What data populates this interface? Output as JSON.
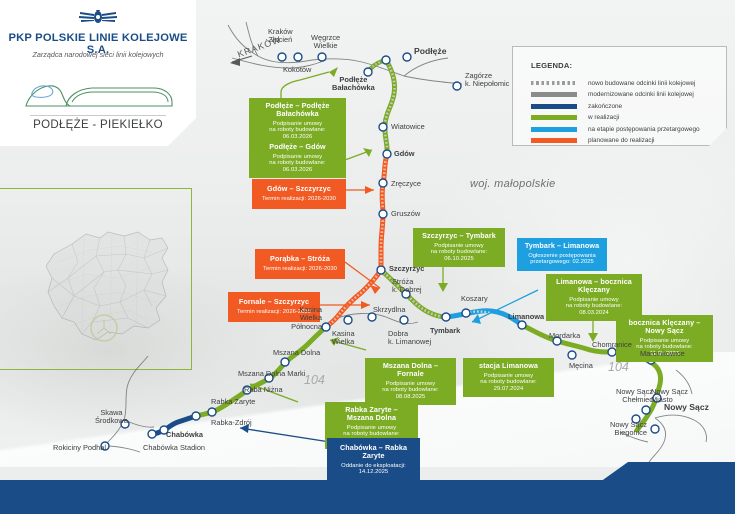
{
  "brand": {
    "title": "PKP POLSKIE LINIE KOLEJOWE S.A.",
    "subtitle": "Zarządca narodowej sieci linii kolejowych",
    "route": "PODŁĘŻE - PIEKIEŁKO",
    "wing_icon": "pkp-winged-wheel-icon",
    "train_icon": "train-outline-icon"
  },
  "legend": {
    "title": "LEGENDA:",
    "items": [
      {
        "label": "nowo budowane odcinki linii kolejowej",
        "style": "dotted",
        "color": "#9a9c9c"
      },
      {
        "label": "modernizowane  odcinki linii kolejowej",
        "style": "solid",
        "color": "#8a8c8c"
      },
      {
        "label": "zakończone",
        "style": "solid",
        "color": "#1a4d88"
      },
      {
        "label": "w realizacji",
        "style": "solid",
        "color": "#7cab24"
      },
      {
        "label": "na etapie postępowania przetargowego",
        "style": "solid",
        "color": "#1e9fe0"
      },
      {
        "label": "planowane do realizacji",
        "style": "solid",
        "color": "#f15a22"
      }
    ]
  },
  "region_label": "woj. małopolskie",
  "direction_label": "KRAKÓW",
  "route_numbers": [
    "104",
    "104"
  ],
  "callouts": [
    {
      "id": "podleze-balachowka",
      "title": "Podłęże – Podłęże Bałachówka",
      "line1": "Podpisanie umowy",
      "line2": "na roboty budowlane: 06.03.2026",
      "color": "green"
    },
    {
      "id": "podleze-gdow",
      "title": "Podłęże – Gdów",
      "line1": "Podpisanie umowy",
      "line2": "na roboty budowlane: 06.03.2026",
      "color": "green"
    },
    {
      "id": "gdow-szczyrzyc",
      "title": "Gdów – Szczyrzyc",
      "line1": "Termin realizacji:  2026-2030",
      "line2": "",
      "color": "orange"
    },
    {
      "id": "porabka-stroza",
      "title": "Porąbka – Stróża",
      "line1": "Termin realizacji:  2026-2030",
      "line2": "",
      "color": "orange"
    },
    {
      "id": "fornale-szczyrzyc",
      "title": "Fornale – Szczyrzyc",
      "line1": "Termin realizacji:  2026-2030",
      "line2": "",
      "color": "orange"
    },
    {
      "id": "szczyrzyc-tymbark",
      "title": "Szczyrzyc – Tymbark",
      "line1": "Podpisanie umowy",
      "line2": "na roboty budowlane: 06.10.2025",
      "color": "green"
    },
    {
      "id": "tymbark-limanowa",
      "title": "Tymbark – Limanowa",
      "line1": "Ogłoszenie postępowania",
      "line2": "przetargowego:  02.2025",
      "color": "cyan"
    },
    {
      "id": "limanowa-kleczany",
      "title": "Limanowa – bocznica Klęczany",
      "line1": "Podpisanie umowy",
      "line2": "na roboty budowlane: 08.03.2024",
      "color": "green"
    },
    {
      "id": "kleczany-nowy-sacz",
      "title": "bocznica Klęczany – Nowy Sącz",
      "line1": "Podpisanie umowy",
      "line2": "na roboty budowlane: 11.05.2023",
      "color": "green"
    },
    {
      "id": "stacja-limanowa",
      "title": "stacja Limanowa",
      "line1": "Podpisanie umowy",
      "line2": "na roboty budowlane: 29.07.2024",
      "color": "green"
    },
    {
      "id": "mszana-dolna-fornale",
      "title": "Mszana Dolna – Fornale",
      "line1": "Podpisanie umowy",
      "line2": "na roboty budowlane: 08.08.2025",
      "color": "green"
    },
    {
      "id": "rabka-zaryte-mszana-dolna",
      "title": "Rabka Zaryte – Mszana Dolna",
      "line1": "Podpisanie umowy",
      "line2": "na roboty budowlane: 08.08.2025",
      "color": "green"
    },
    {
      "id": "chabowka-rabka-zaryte",
      "title": "Chabówka – Rabka Zaryte",
      "line1": "Oddanie do eksploatacji: 14.12.2025",
      "line2": "",
      "color": "navy"
    }
  ],
  "stations": [
    {
      "name": "Kraków\nZłocień",
      "bold": false
    },
    {
      "name": "Kokotów",
      "bold": false
    },
    {
      "name": "Węgrzce\nWielkie",
      "bold": false
    },
    {
      "name": "Podłęże",
      "bold": true
    },
    {
      "name": "Podłęże\nBałachówka",
      "bold": true
    },
    {
      "name": "Zagórze\nk. Niepołomic",
      "bold": false
    },
    {
      "name": "Wiatowice",
      "bold": false
    },
    {
      "name": "Gdów",
      "bold": true
    },
    {
      "name": "Zręczyce",
      "bold": false
    },
    {
      "name": "Gruszów",
      "bold": false
    },
    {
      "name": "Szczyrzyc",
      "bold": true
    },
    {
      "name": "Stróża\nk. Dobrej",
      "bold": false
    },
    {
      "name": "Skrzydlna",
      "bold": false
    },
    {
      "name": "Kasina\nWielka\nPółnocna",
      "bold": false
    },
    {
      "name": "Kasina\nWielka",
      "bold": false
    },
    {
      "name": "Dobra\nk. Limanowej",
      "bold": false
    },
    {
      "name": "Tymbark",
      "bold": true
    },
    {
      "name": "Koszary",
      "bold": false
    },
    {
      "name": "Limanowa",
      "bold": true
    },
    {
      "name": "Mordarka",
      "bold": false
    },
    {
      "name": "Chomranice",
      "bold": false
    },
    {
      "name": "Męcina",
      "bold": false
    },
    {
      "name": "Marcinkowice",
      "bold": false
    },
    {
      "name": "Nowy Sącz\nChełmiec",
      "bold": false
    },
    {
      "name": "Nowy Sącz\nMiasto",
      "bold": false
    },
    {
      "name": "Nowy Sącz",
      "bold": true
    },
    {
      "name": "Nowy Sącz\nBiegonice",
      "bold": false
    },
    {
      "name": "Mszana Dolna",
      "bold": false
    },
    {
      "name": "Mszana Dolna Marki",
      "bold": false
    },
    {
      "name": "Raba Niżna",
      "bold": false
    },
    {
      "name": "Rabka Zaryte",
      "bold": false
    },
    {
      "name": "Rabka-Zdrój",
      "bold": false
    },
    {
      "name": "Chabówka",
      "bold": true
    },
    {
      "name": "Chabówka Stadion",
      "bold": false
    },
    {
      "name": "Skawa\nŚrodkowa",
      "bold": false
    },
    {
      "name": "Rokiciny Podhal.",
      "bold": false
    }
  ],
  "colors": {
    "navy": "#1a4d88",
    "green": "#7cab24",
    "cyan": "#1e9fe0",
    "orange": "#f15a22",
    "grey": "#8a8c8c",
    "text": "#3d4042"
  }
}
